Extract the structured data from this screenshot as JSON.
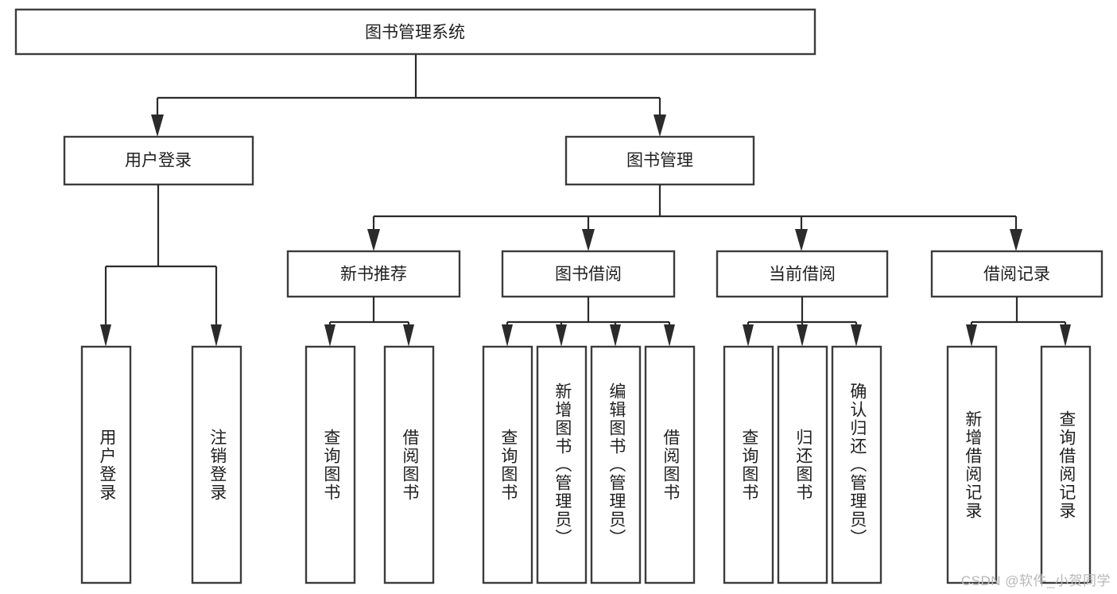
{
  "diagram": {
    "title": "图书管理系统",
    "type": "tree",
    "watermark": "CSDN @软件_小贺同学",
    "colors": {
      "box_stroke": "#3c3c3c",
      "connector": "#2b2b2b",
      "box_fill": "#ffffff",
      "text": "#1f1f1f",
      "watermark": "#b8b8b8"
    },
    "levels": {
      "root": {
        "label": "图书管理系统"
      },
      "level2": [
        {
          "label": "用户登录"
        },
        {
          "label": "图书管理"
        }
      ],
      "level3": [
        {
          "label": "新书推荐"
        },
        {
          "label": "图书借阅"
        },
        {
          "label": "当前借阅"
        },
        {
          "label": "借阅记录"
        }
      ]
    },
    "leaves": {
      "user_login": [
        {
          "label": "用户登录"
        },
        {
          "label": "注销登录"
        }
      ],
      "new_book_recommend": [
        {
          "label": "查询图书"
        },
        {
          "label": "借阅图书"
        }
      ],
      "book_borrow": [
        {
          "label": "查询图书"
        },
        {
          "label": "新增图书（管理员）"
        },
        {
          "label": "编辑图书（管理员）"
        },
        {
          "label": "借阅图书"
        }
      ],
      "current_borrow": [
        {
          "label": "查询图书"
        },
        {
          "label": "归还图书"
        },
        {
          "label": "确认归还（管理员）"
        }
      ],
      "borrow_record": [
        {
          "label": "新增借阅记录"
        },
        {
          "label": "查询借阅记录"
        }
      ]
    }
  }
}
